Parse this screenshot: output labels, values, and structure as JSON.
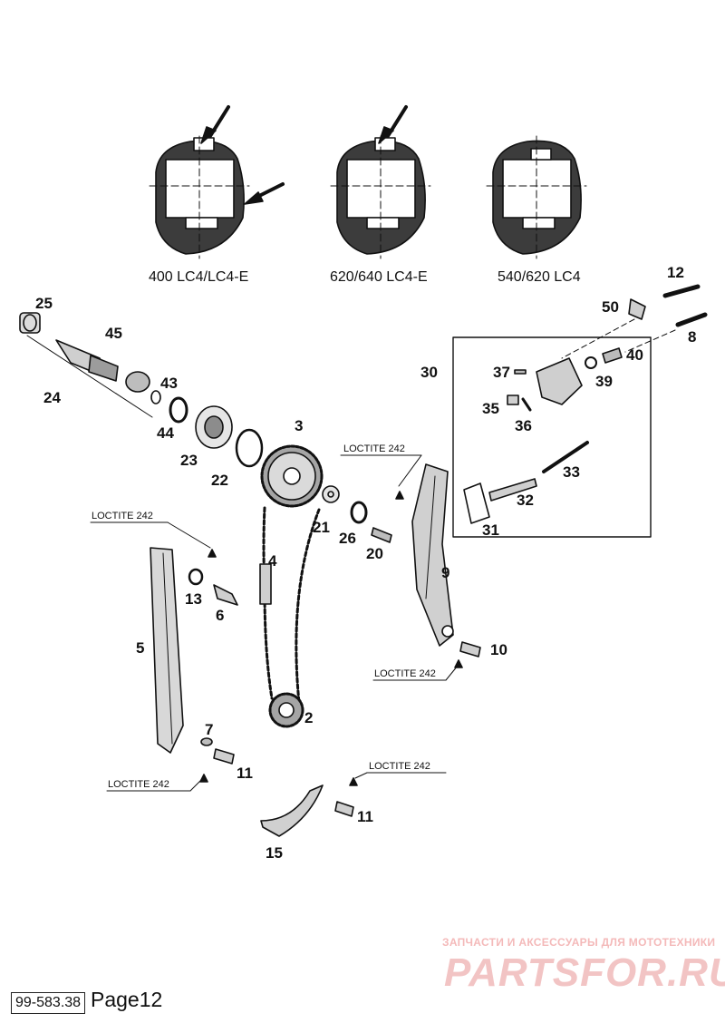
{
  "variants": [
    {
      "label": "400 LC4/LC4-E"
    },
    {
      "label": "620/640 LC4-E"
    },
    {
      "label": "540/620 LC4"
    }
  ],
  "adhesive_label": "LOCTITE 242",
  "callouts": [
    "25",
    "45",
    "24",
    "43",
    "44",
    "23",
    "22",
    "3",
    "21",
    "26",
    "20",
    "4",
    "13",
    "6",
    "5",
    "2",
    "7",
    "11",
    "11",
    "15",
    "9",
    "10",
    "12",
    "50",
    "8",
    "40",
    "30",
    "37",
    "39",
    "35",
    "36",
    "33",
    "32",
    "31"
  ],
  "footer": {
    "code": "99-583.38",
    "page": "Page12"
  },
  "watermark": {
    "tagline": "ЗАПЧАСТИ И АКСЕССУАРЫ ДЛЯ МОТОТЕХНИКИ",
    "brand": "PARTSFOR.RU",
    "color": "#f2c4c4"
  }
}
